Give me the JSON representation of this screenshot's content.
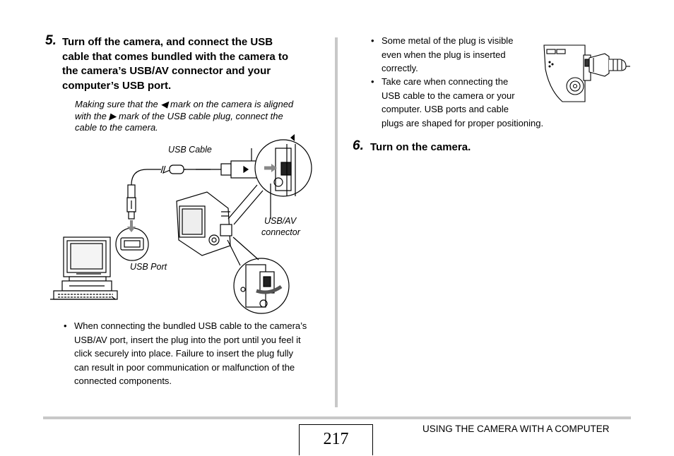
{
  "step5": {
    "number": "5.",
    "title_lines": [
      "Turn off the camera, and connect the USB",
      "cable that comes bundled with the camera to",
      "the camera’s USB/AV connector and your",
      "computer’s USB port."
    ],
    "instruction_lines": [
      "Making sure that the ◀ mark on the camera is aligned",
      "with the ▶ mark of the USB cable plug, connect the",
      "cable to the camera."
    ],
    "labels": {
      "usb_cable": "USB Cable",
      "usb_av_line1": "USB/AV",
      "usb_av_line2": "connector",
      "usb_port": "USB Port"
    },
    "bullet_lines": [
      "When connecting the bundled USB cable to the camera’s",
      "USB/AV port, insert the plug into the port until you feel it",
      "click securely into place. Failure to insert the plug fully",
      "can result in poor communication or malfunction of the",
      "connected components."
    ]
  },
  "right_column": {
    "bullet1_lines": [
      "Some metal of the plug is visible",
      "even when the plug is inserted",
      "correctly."
    ],
    "bullet2_lines": [
      "Take care when connecting the",
      "USB cable to the camera or your",
      "computer. USB ports and cable",
      "plugs are shaped for proper positioning."
    ]
  },
  "step6": {
    "number": "6.",
    "title": "Turn on the camera."
  },
  "footer": {
    "page_number": "217",
    "section": "USING THE CAMERA WITH A COMPUTER"
  }
}
